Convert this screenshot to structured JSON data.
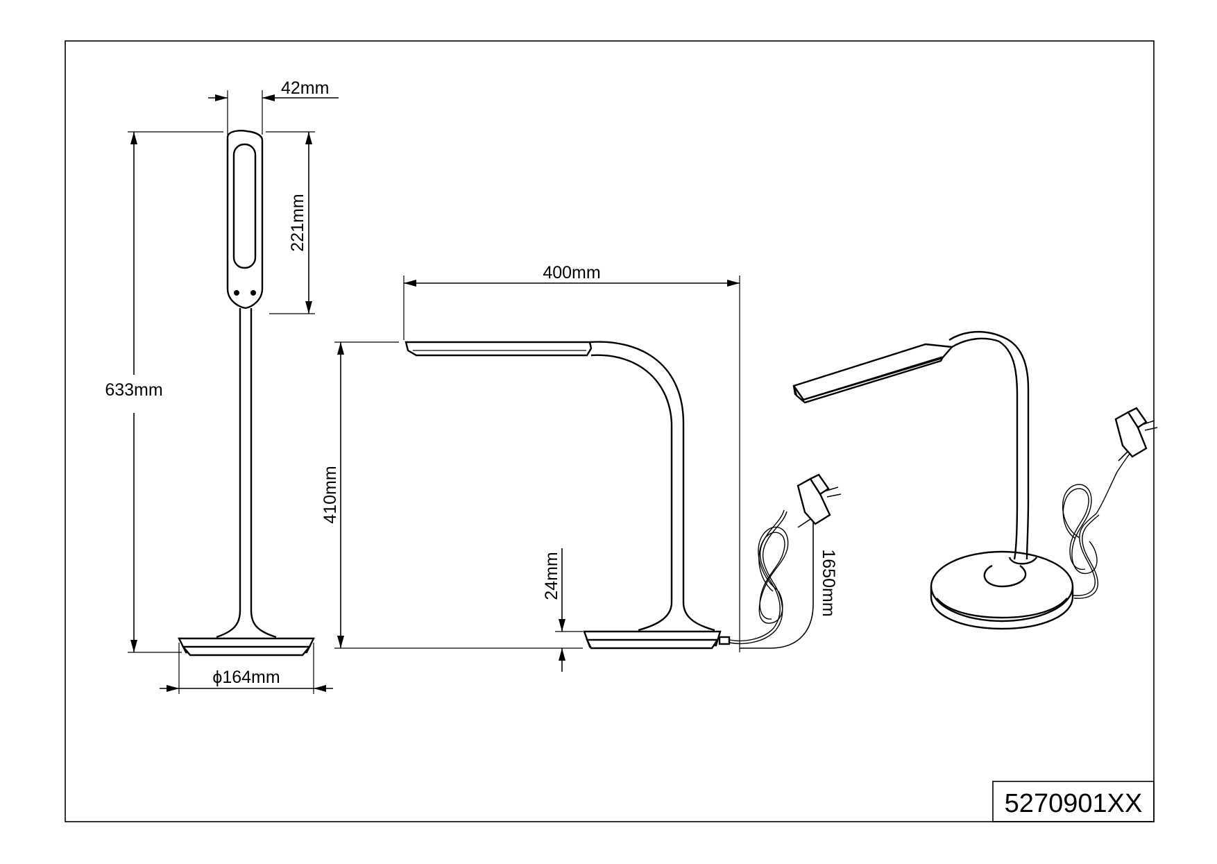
{
  "drawing": {
    "product_code": "5270901XX",
    "dimensions": {
      "head_width": "42mm",
      "total_height": "633mm",
      "head_length": "221mm",
      "base_diameter": "ϕ164mm",
      "reach": "400mm",
      "arm_height": "410mm",
      "base_height": "24mm",
      "cable_length": "1650mm"
    }
  }
}
